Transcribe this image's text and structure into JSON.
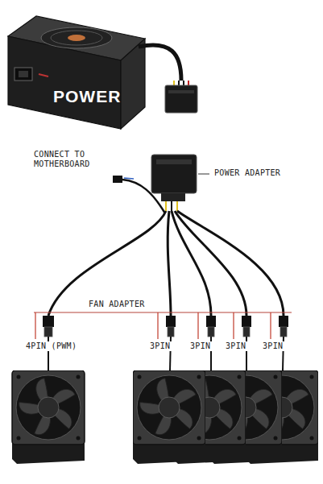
{
  "diagram": {
    "nodes": [
      {
        "text": [
          "POWER"
        ]
      }
    ],
    "labels": [
      "CONNECT TO MOTHERBOARD",
      "POWER ADAPTER",
      "FAN ADAPTER",
      "4PIN (PWM)",
      "3PIN",
      "3PIN",
      "3PIN",
      "3PIN"
    ]
  }
}
